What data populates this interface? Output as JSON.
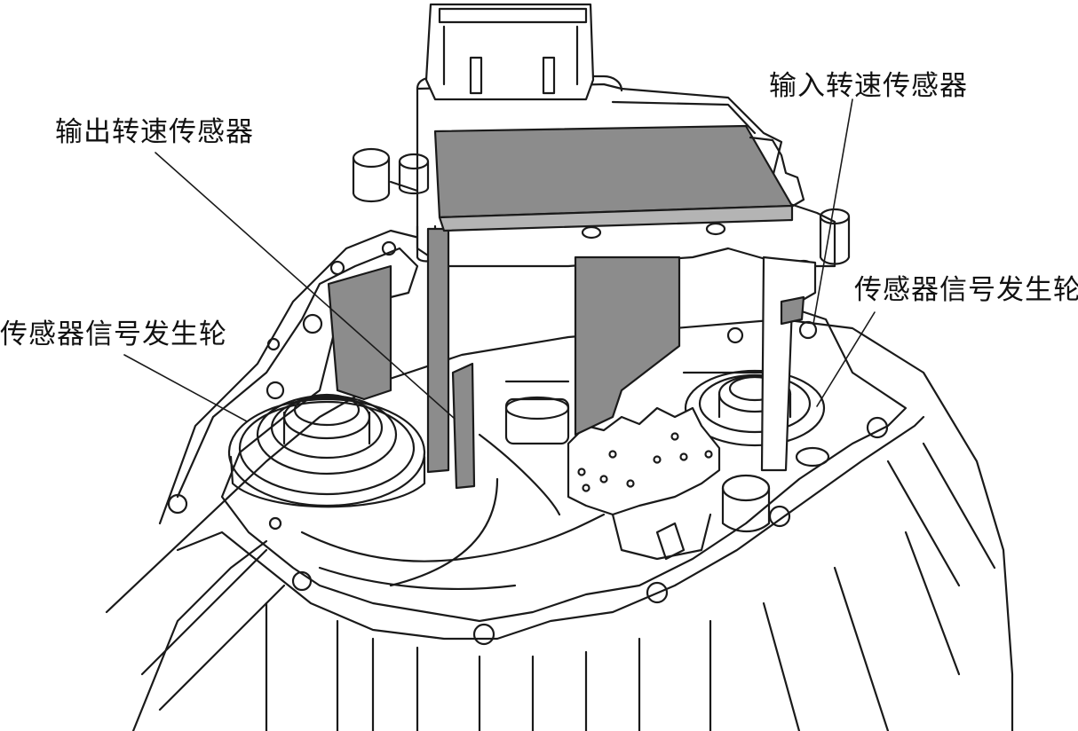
{
  "labels": {
    "output_speed_sensor": "输出转速传感器",
    "input_speed_sensor": "输入转速传感器",
    "signal_wheel_left": "传感器信号发生轮",
    "signal_wheel_right": "传感器信号发生轮"
  },
  "colors": {
    "line": "#1a1a1a",
    "shade": "#8c8c8c",
    "background": "#ffffff"
  }
}
